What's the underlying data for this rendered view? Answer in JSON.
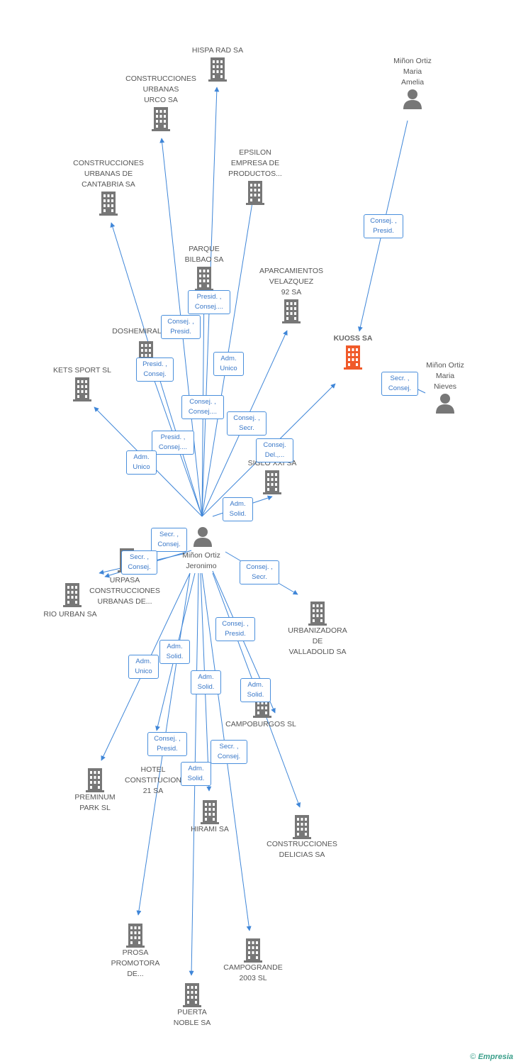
{
  "colors": {
    "edge": "#3f86d8",
    "node": "#777777",
    "focus": "#f05a2a",
    "relation_text": "#3a78c8"
  },
  "nodes": {
    "hispa_rad": "HISPA RAD SA",
    "urco": "CONSTRUCCIONES\nURBANAS\nURCO SA",
    "cantabria": "CONSTRUCCIONES\nURBANAS DE\nCANTABRIA SA",
    "epsilon": "EPSILON\nEMPRESA DE\nPRODUCTOS...",
    "parque_bilbao": "PARQUE\nBILBAO SA",
    "aparcamientos": "APARCAMIENTOS\nVELAZQUEZ\n92 SA",
    "doshemiral": "DOSHEMIRAL",
    "kets_sport": "KETS SPORT SL",
    "siglo_xxi": "SIGLO XXI SA",
    "kuoss": "KUOSS SA",
    "amelia": "Miñon Ortiz\nMaria\nAmelia",
    "nieves": "Miñon Ortiz\nMaria\nNieves",
    "jeronimo": "Miñon Ortiz\nJeronimo",
    "urpasa": "URPASA\nCONSTRUCCIONES\nURBANAS DE...",
    "rio_urban": "RIO URBAN SA",
    "urbanizadora": "URBANIZADORA\nDE\nVALLADOLID SA",
    "campoburgos": "CAMPOBURGOS SL",
    "preminum": "PREMINUM\nPARK SL",
    "hotel": "HOTEL\nCONSTITUCION\n21 SA",
    "hirami": "HIRAMI SA",
    "delicias": "CONSTRUCCIONES\nDELICIAS SA",
    "prosa": "PROSA\nPROMOTORA\nDE...",
    "campogrande": "CAMPOGRANDE\n2003 SL",
    "puerta_noble": "PUERTA\nNOBLE SA"
  },
  "relations": {
    "amelia_kuoss": "Consej. ,\nPresid.",
    "nieves_kuoss": "Secr. ,\nConsej.",
    "parque_bilbao": "Presid. ,\nConsej....",
    "cantabria": "Consej. ,\nPresid.",
    "epsilon": "Adm.\nUnico",
    "doshemiral": "Presid. ,\nConsej.",
    "hispa_rad": "Consej. ,\nConsej....",
    "aparcamientos": "Consej. ,\nSecr.",
    "urco": "Presid. ,\nConsej....",
    "kuoss": "Consej.\nDel.,...",
    "kets_sport": "Adm.\nUnico",
    "siglo_xxi": "Adm.\nSolid.",
    "urpasa": "Secr. ,\nConsej.",
    "rio_urban": "Secr. ,\nConsej.",
    "urbanizadora": "Consej. ,\nSecr.",
    "campoburgos": "Consej. ,\nPresid.",
    "preminum": "Adm.\nUnico",
    "prosa": "Adm.\nSolid.",
    "hirami": "Adm.\nSolid.",
    "delicias": "Adm.\nSolid.",
    "hotel": "Consej. ,\nPresid.",
    "campogrande": "Secr. ,\nConsej.",
    "puerta_noble": "Adm.\nSolid."
  },
  "footer": {
    "copyright": "©",
    "brand": "Empresia"
  }
}
